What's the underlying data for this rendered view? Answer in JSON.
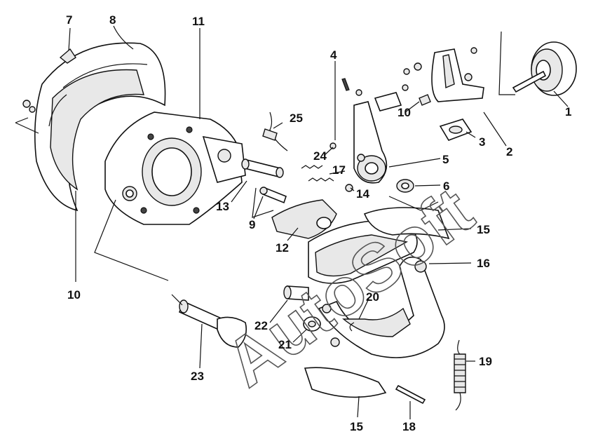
{
  "watermark": "AutoSoft",
  "callouts": [
    {
      "id": "c1",
      "text": "1"
    },
    {
      "id": "c2",
      "text": "2"
    },
    {
      "id": "c3",
      "text": "3"
    },
    {
      "id": "c4",
      "text": "4"
    },
    {
      "id": "c5",
      "text": "5"
    },
    {
      "id": "c6",
      "text": "6"
    },
    {
      "id": "c7",
      "text": "7"
    },
    {
      "id": "c8",
      "text": "8"
    },
    {
      "id": "c9",
      "text": "9"
    },
    {
      "id": "c10a",
      "text": "10"
    },
    {
      "id": "c10b",
      "text": "10"
    },
    {
      "id": "c11",
      "text": "11"
    },
    {
      "id": "c12",
      "text": "12"
    },
    {
      "id": "c13",
      "text": "13"
    },
    {
      "id": "c14",
      "text": "14"
    },
    {
      "id": "c15a",
      "text": "15"
    },
    {
      "id": "c15b",
      "text": "15"
    },
    {
      "id": "c16",
      "text": "16"
    },
    {
      "id": "c17",
      "text": "17"
    },
    {
      "id": "c18",
      "text": "18"
    },
    {
      "id": "c19",
      "text": "19"
    },
    {
      "id": "c20",
      "text": "20"
    },
    {
      "id": "c21",
      "text": "21"
    },
    {
      "id": "c22",
      "text": "22"
    },
    {
      "id": "c23",
      "text": "23"
    },
    {
      "id": "c24",
      "text": "24"
    },
    {
      "id": "c25",
      "text": "25"
    }
  ]
}
